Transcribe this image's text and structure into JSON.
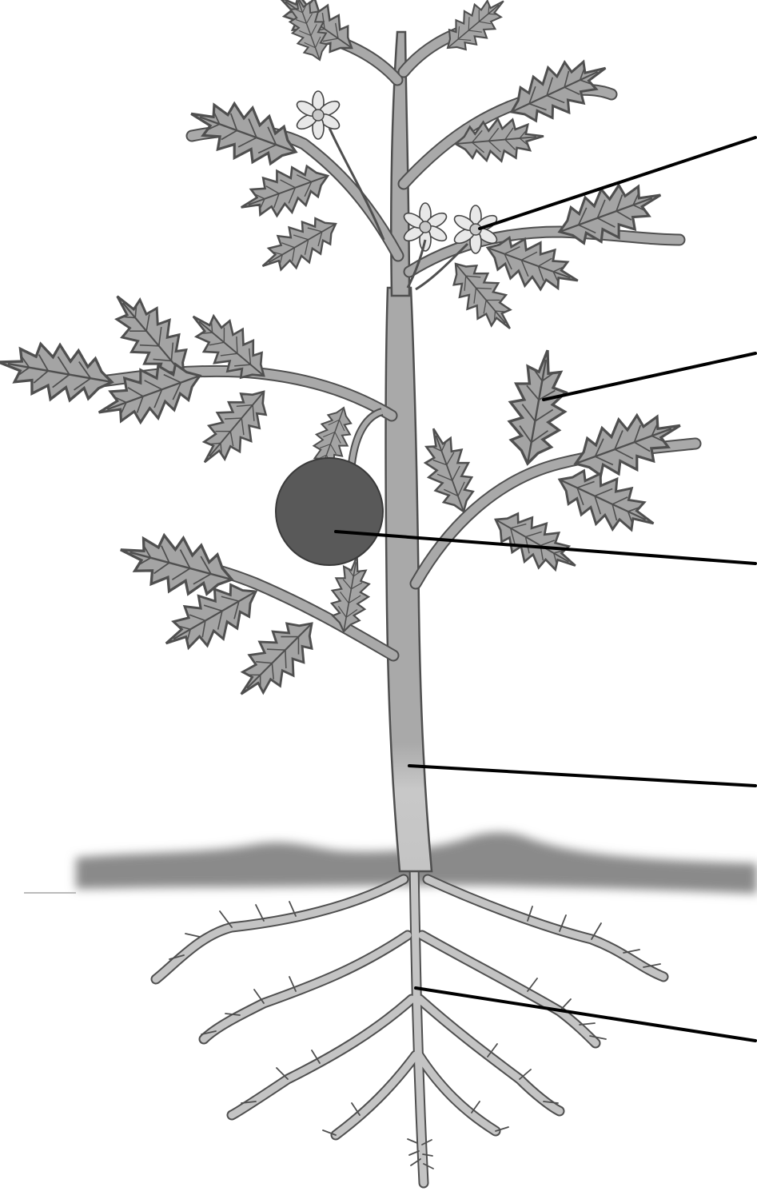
{
  "diagram": {
    "labels": [],
    "colors": {
      "background": "#ffffff",
      "leaf_fill": "#a4a4a4",
      "outline": "#4f4f4f",
      "stem": "#a9a9a9",
      "root": "#c4c4c4",
      "fruit": "#595959",
      "soil": "#8a8a8a",
      "flower": "#e8e8e8",
      "leader_line": "#000000"
    },
    "parts": [
      "flower",
      "leaf",
      "fruit",
      "stem",
      "root"
    ],
    "icons": {
      "flower": "flower-icon",
      "leaf": "leaf-icon",
      "fruit": "fruit-icon"
    }
  }
}
